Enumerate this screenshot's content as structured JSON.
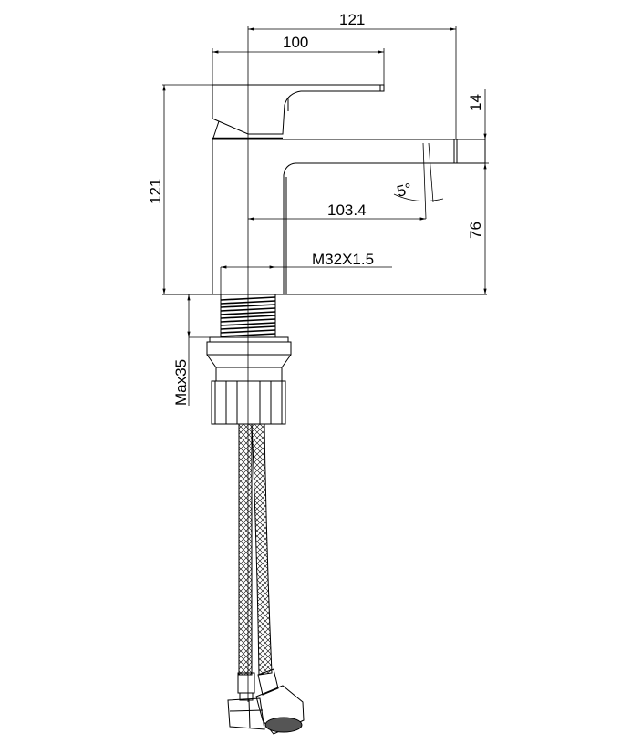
{
  "drawing": {
    "dimensions": {
      "total_reach": "121",
      "handle_length": "100",
      "total_height": "121",
      "spout_thickness": "14",
      "spout_height": "76",
      "spout_reach": "103.4",
      "spout_angle": "5°",
      "thread": "M32X1.5",
      "max_deck_thickness": "Max35"
    },
    "line_color": "#000000",
    "background": "#ffffff"
  }
}
